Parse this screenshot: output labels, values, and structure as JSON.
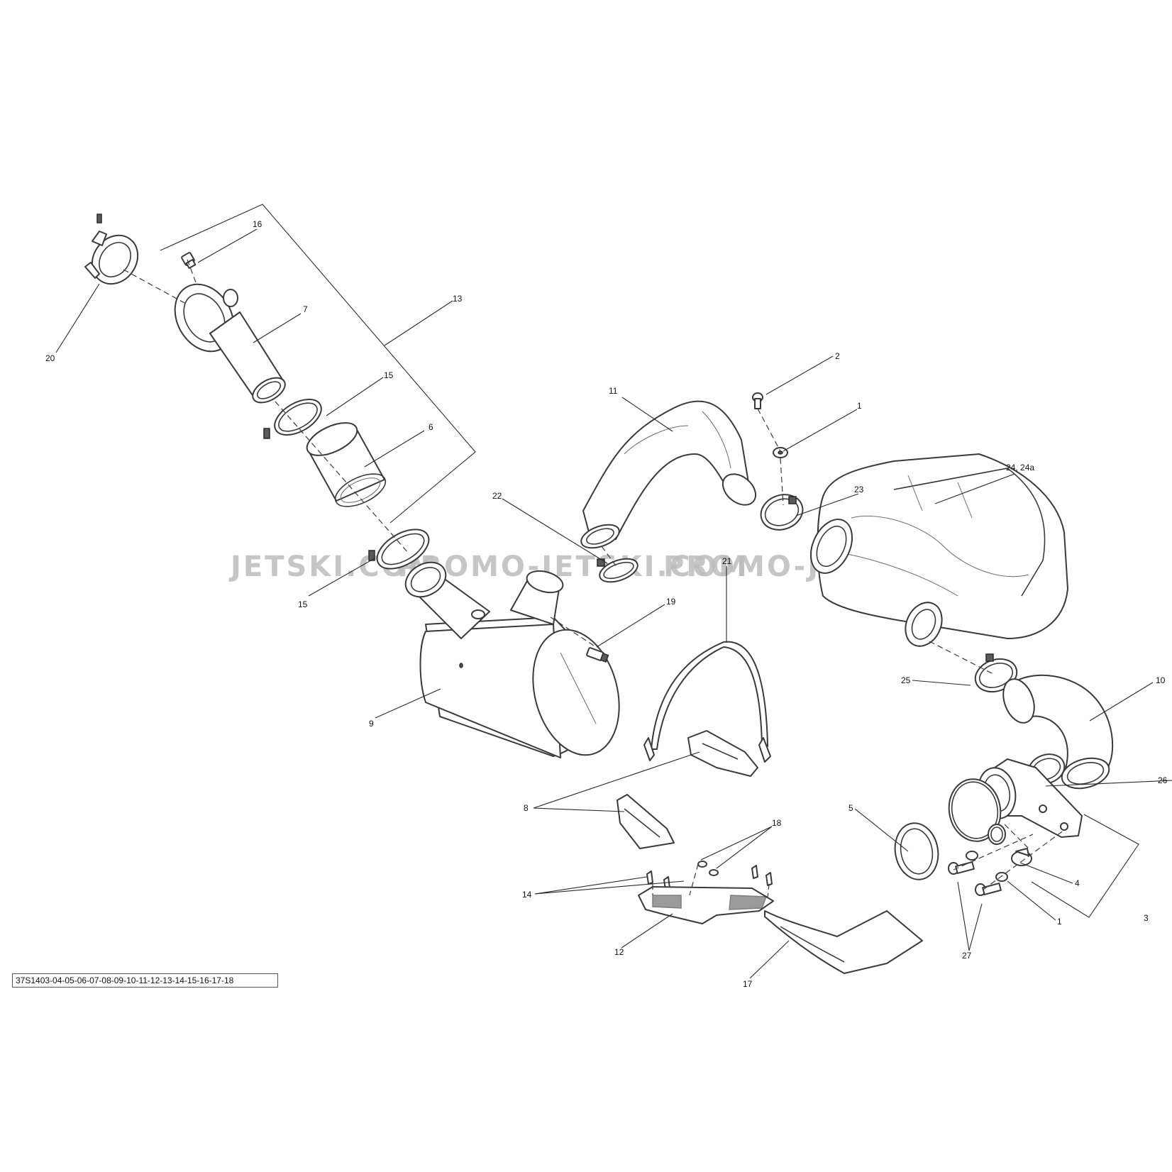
{
  "watermarks": [
    "JETSKI.COM",
    "PROMO-JETSKI.COM",
    "PROMO-JETSKI.COM"
  ],
  "reference_code": "37S1403-04-05-06-07-08-09-10-11-12-13-14-15-16-17-18",
  "callouts": {
    "c1a": "1",
    "c1b": "1",
    "c2": "2",
    "c3": "3",
    "c4": "4",
    "c5": "5",
    "c6": "6",
    "c7": "7",
    "c8": "8",
    "c9": "9",
    "c10": "10",
    "c11": "11",
    "c12": "12",
    "c13": "13",
    "c14": "14",
    "c15a": "15",
    "c15b": "15",
    "c16": "16",
    "c17": "17",
    "c18": "18",
    "c19": "19",
    "c20": "20",
    "c21": "21",
    "c22": "22",
    "c23": "23",
    "c24": "24, 24a",
    "c25": "25",
    "c26": "26",
    "c27": "27"
  }
}
